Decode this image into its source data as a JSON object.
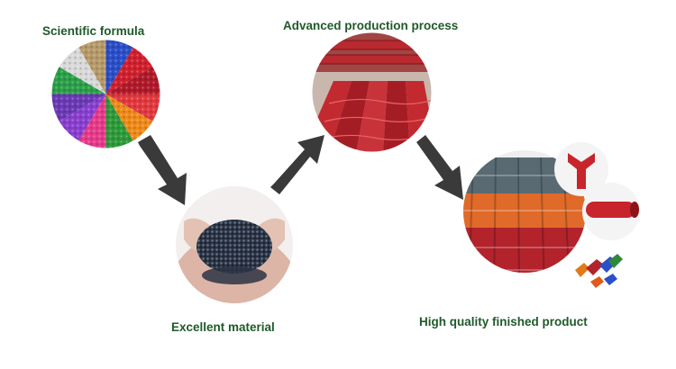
{
  "labels": {
    "scientific_formula": "Scientific formula",
    "advanced_production_process": "Advanced production process",
    "excellent_material": "Excellent material",
    "high_quality_finished_product": "High quality finished product"
  },
  "colors": {
    "label_text": "#1f5a2a",
    "arrow": "#3a3a3a",
    "roof_red": "#b3232c",
    "roof_orange": "#e06a2a",
    "roof_grey": "#5a6a72"
  },
  "icons": {
    "formula": "color-wheel-pellets-icon",
    "process": "roof-tile-production-icon",
    "material": "hands-with-granules-icon",
    "product": "finished-roof-tiles-icon"
  }
}
